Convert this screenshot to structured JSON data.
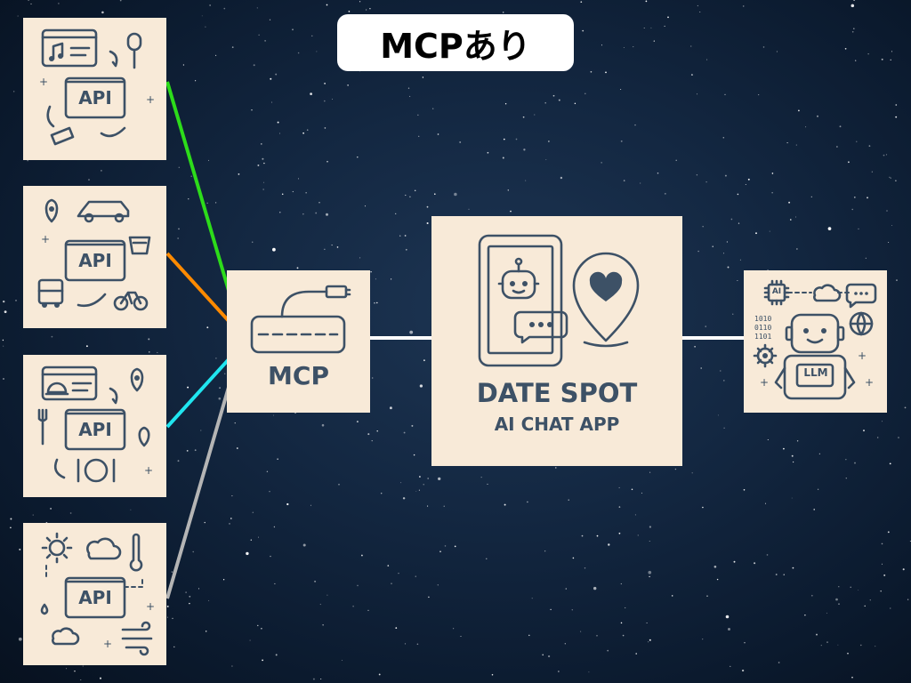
{
  "title": "MCPあり",
  "apis": [
    {
      "label": "API"
    },
    {
      "label": "API"
    },
    {
      "label": "API"
    },
    {
      "label": "API"
    }
  ],
  "mcp": {
    "label": "MCP"
  },
  "app": {
    "title": "DATE SPOT",
    "subtitle": "AI CHAT APP"
  },
  "llm": {
    "label": "LLM",
    "chip_label": "AI",
    "binary": "1010\n0110\n1101"
  },
  "colors": {
    "card_bg": "#f8ead8",
    "icon_stroke": "#3d5166",
    "link_music": "#2ddc1a",
    "link_transport": "#ff8a00",
    "link_restaurant": "#20e6f0",
    "link_weather": "#b5b5b5",
    "link_app": "#ffffff"
  },
  "icons": {
    "music_card": [
      "music-window-icon",
      "microphone-icon",
      "ticket-icon"
    ],
    "transport_card": [
      "map-pin-icon",
      "car-icon",
      "bus-icon",
      "bicycle-icon",
      "coffee-cup-icon"
    ],
    "restaurant_card": [
      "menu-window-icon",
      "cloche-icon",
      "map-pin-icon",
      "fork-icon",
      "plate-icon"
    ],
    "weather_card": [
      "sun-icon",
      "cloud-icon",
      "thermometer-icon",
      "raindrop-icon",
      "wind-icon"
    ],
    "mcp_card": [
      "usb-hub-icon"
    ],
    "app_card": [
      "smartphone-icon",
      "robot-icon",
      "chat-bubble-icon",
      "heart-pin-icon"
    ],
    "llm_card": [
      "robot-icon",
      "ai-chip-icon",
      "cloud-icon",
      "chat-bubble-icon",
      "globe-icon",
      "gear-icon"
    ]
  }
}
